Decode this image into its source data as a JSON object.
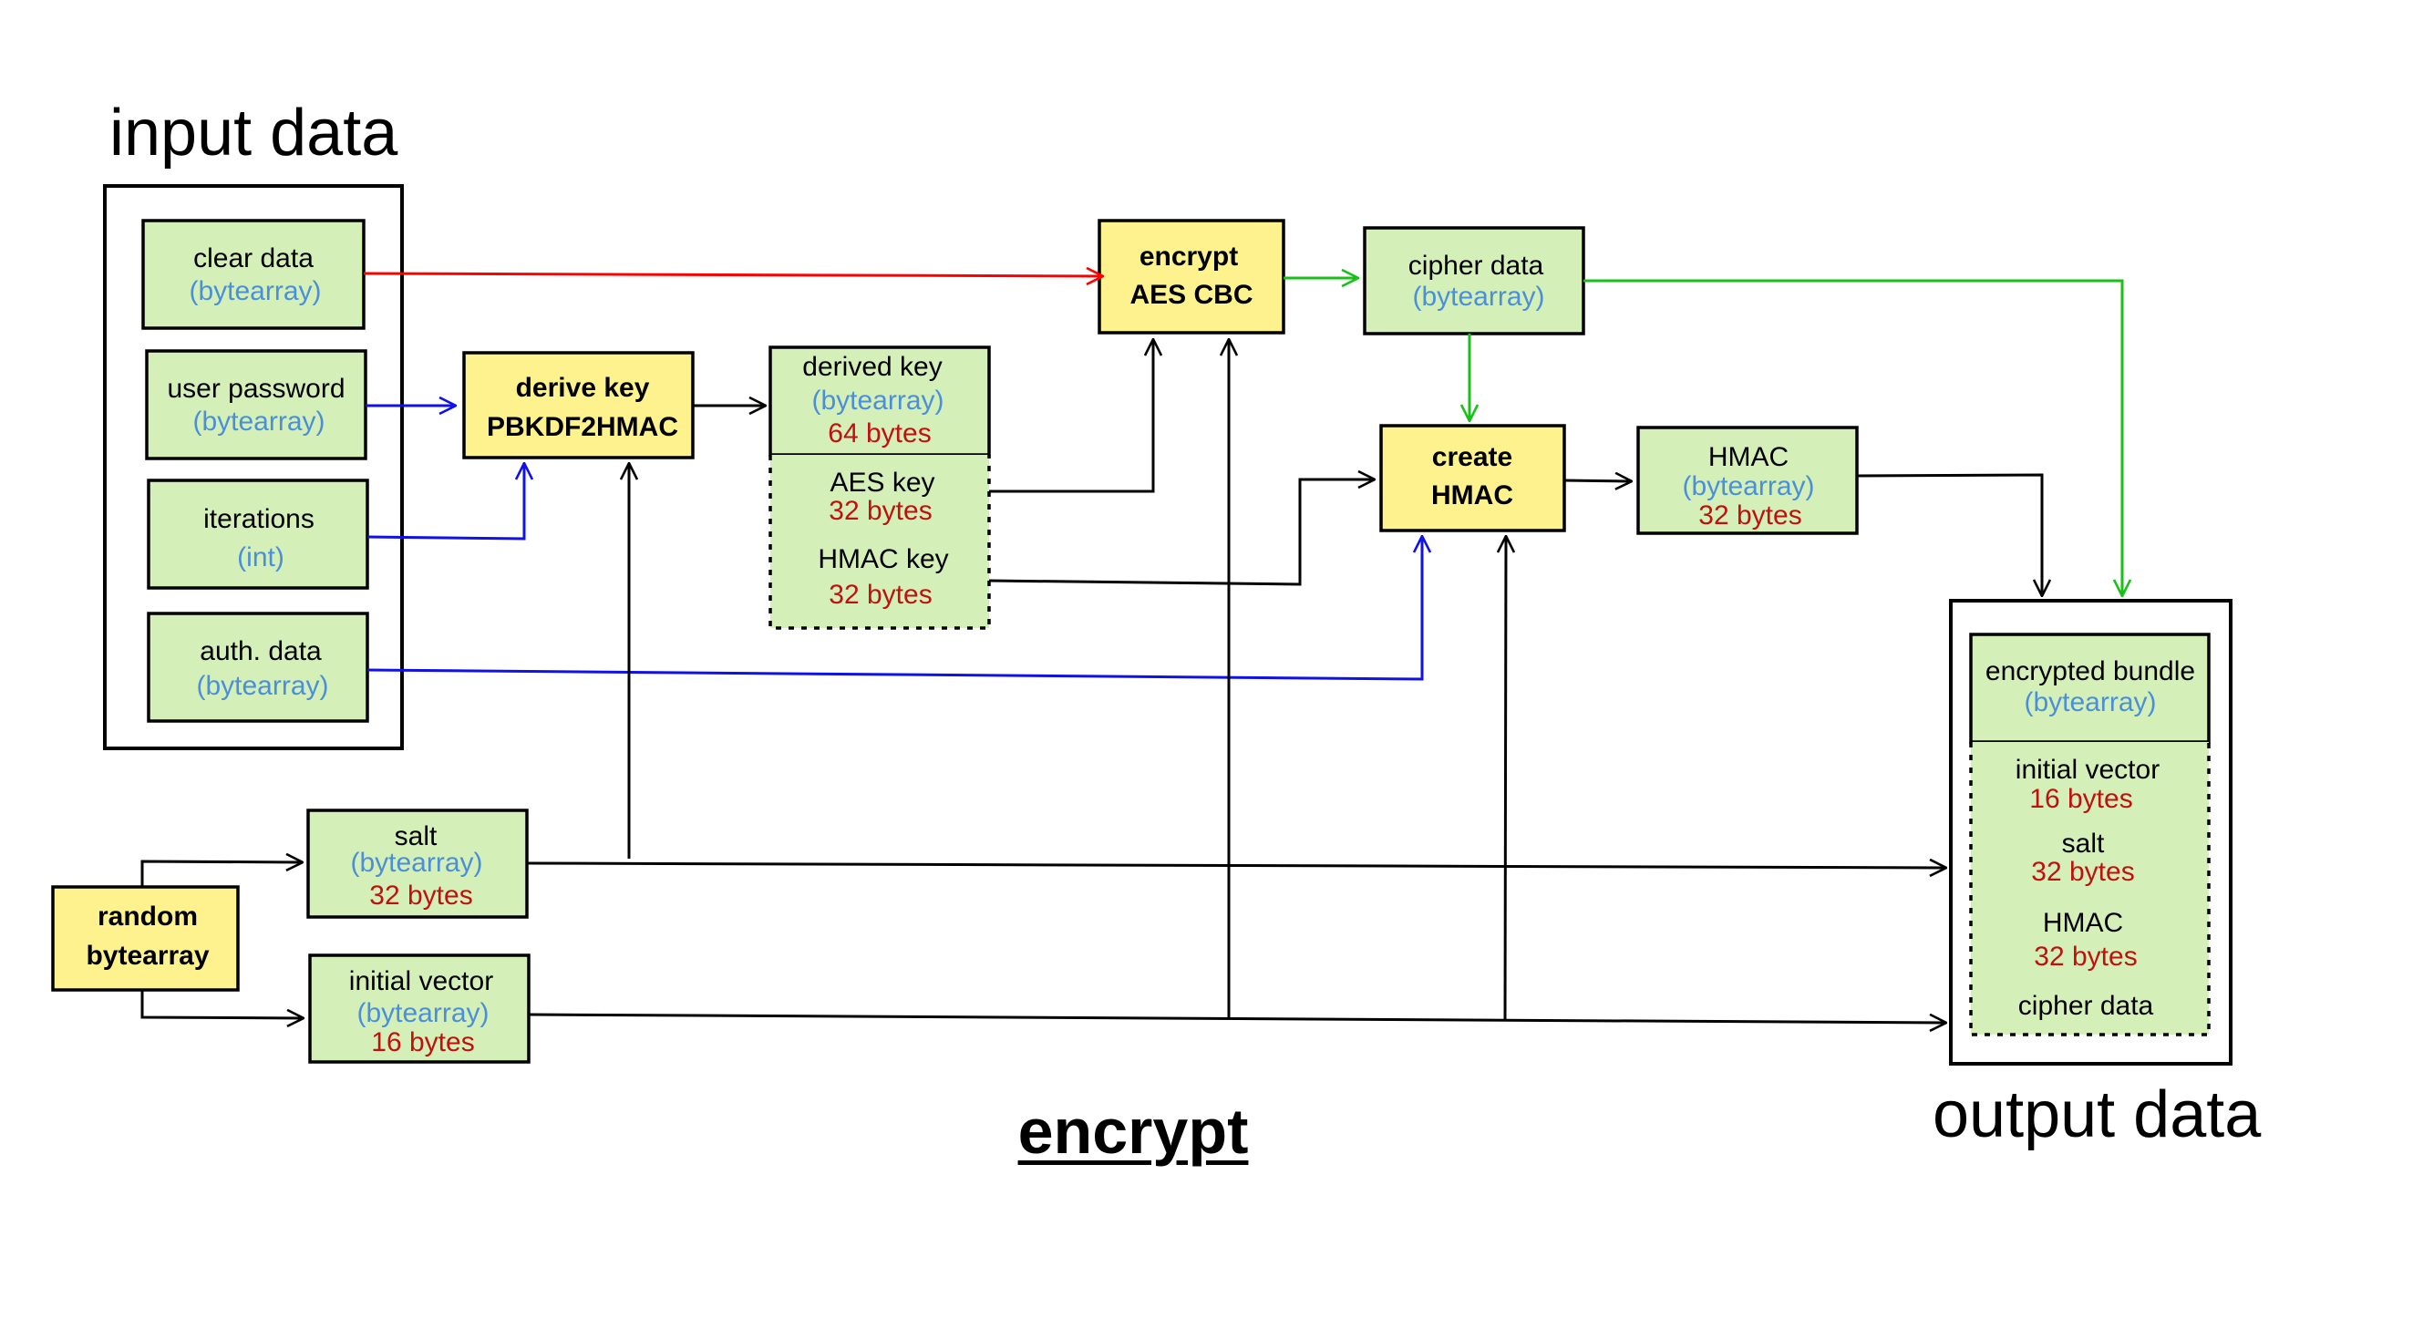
{
  "colors": {
    "data_box_fill": "#d4f0b8",
    "process_box_fill": "#fdf28e",
    "type_text": "#4a8fd8",
    "size_text": "#c01010",
    "red_wire": "#ff0000",
    "blue_wire": "#1010e8",
    "green_wire": "#18c018",
    "black_wire": "#000000"
  },
  "headings": {
    "input": "input data",
    "output": "output data",
    "title": "encrypt"
  },
  "inputs": {
    "clear_data": {
      "name": "clear data",
      "type": "(bytearray)"
    },
    "user_password": {
      "name": "user password",
      "type": "(bytearray)"
    },
    "iterations": {
      "name": "iterations",
      "type": "(int)"
    },
    "auth_data": {
      "name": "auth. data",
      "type": "(bytearray)"
    }
  },
  "processes": {
    "derive_key": {
      "line1": "derive key",
      "line2": "PBKDF2HMAC"
    },
    "encrypt": {
      "line1": "encrypt",
      "line2": "AES CBC"
    },
    "create_hmac": {
      "line1": "create",
      "line2": "HMAC"
    },
    "random": {
      "line1": "random",
      "line2": "bytearray"
    }
  },
  "derived_key": {
    "name": "derived key",
    "type": "(bytearray)",
    "size": "64 bytes",
    "parts": [
      {
        "name": "AES key",
        "size": "32 bytes"
      },
      {
        "name": "HMAC key",
        "size": "32 bytes"
      }
    ]
  },
  "cipher_data": {
    "name": "cipher data",
    "type": "(bytearray)"
  },
  "hmac_out": {
    "name": "HMAC",
    "type": "(bytearray)",
    "size": "32 bytes"
  },
  "salt": {
    "name": "salt",
    "type": "(bytearray)",
    "size": "32 bytes"
  },
  "initial_vector": {
    "name": "initial vector",
    "type": "(bytearray)",
    "size": "16 bytes"
  },
  "bundle": {
    "name": "encrypted bundle",
    "type": "(bytearray)",
    "parts": [
      {
        "name": "initial vector",
        "size": "16 bytes"
      },
      {
        "name": "salt",
        "size": "32 bytes"
      },
      {
        "name": "HMAC",
        "size": "32 bytes"
      },
      {
        "name": "cipher data"
      }
    ]
  }
}
